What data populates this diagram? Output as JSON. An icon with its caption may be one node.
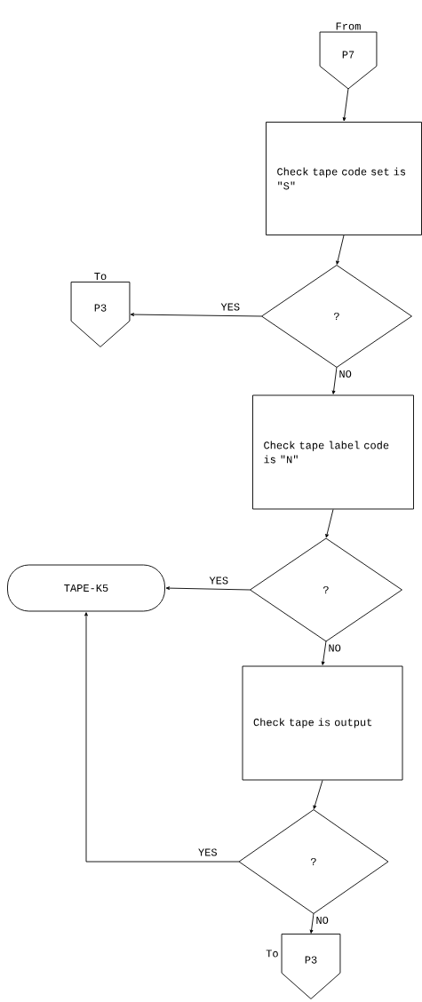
{
  "diagram": {
    "nodes": [
      {
        "text": [
          "From",
          "P7"
        ]
      },
      {
        "text": [
          "Check tape code set is \"S\""
        ]
      },
      {
        "text": [
          "?"
        ]
      },
      {
        "text": [
          "To",
          "P3"
        ]
      },
      {
        "text": [
          "Check tape label code is \"N\""
        ]
      },
      {
        "text": [
          "?"
        ]
      },
      {
        "text": [
          "TAPE-K5"
        ]
      },
      {
        "text": [
          "Check tape is output"
        ]
      },
      {
        "text": [
          "?"
        ]
      },
      {
        "text": [
          "To",
          "P3"
        ]
      }
    ],
    "edges": [
      {
        "from": 0,
        "to": 1,
        "arrow": "to"
      },
      {
        "from": 1,
        "to": 2,
        "arrow": "to"
      },
      {
        "from": 2,
        "to": 3,
        "arrow": "to",
        "label": "YES"
      },
      {
        "from": 2,
        "to": 4,
        "arrow": "to",
        "label": "NO"
      },
      {
        "from": 4,
        "to": 5,
        "arrow": "to"
      },
      {
        "from": 5,
        "to": 6,
        "arrow": "to",
        "label": "YES"
      },
      {
        "from": 5,
        "to": 7,
        "arrow": "to",
        "label": "NO"
      },
      {
        "from": 7,
        "to": 8,
        "arrow": "to"
      },
      {
        "from": 8,
        "to": 6,
        "arrow": "to",
        "label": "YES"
      },
      {
        "from": 8,
        "to": 9,
        "arrow": "to",
        "label": "NO"
      }
    ]
  }
}
